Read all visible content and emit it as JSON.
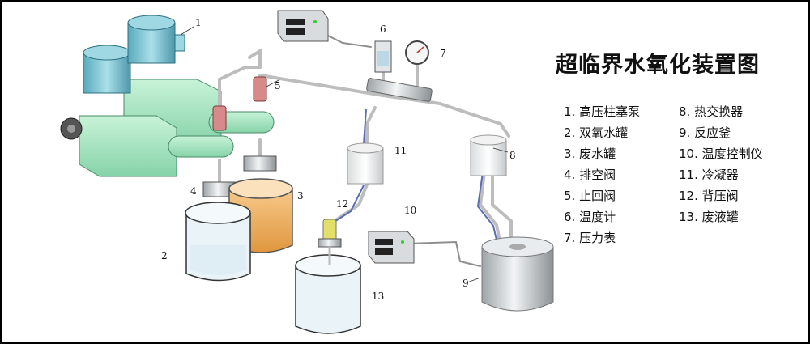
{
  "title": "超临界水氧化装置图",
  "legend_left": [
    "1. 高压柱塞泵",
    "2. 双氧水罐",
    "3. 废水罐",
    "4. 排空阀",
    "5. 止回阀",
    "6. 温度计",
    "7. 压力表"
  ],
  "legend_right": [
    "8. 热交换器",
    "9. 反应釜",
    "10. 温度控制仪",
    "11. 冷凝器",
    "12. 背压阀",
    "13. 废液罐"
  ],
  "callouts": [
    "1",
    "2",
    "3",
    "4",
    "5",
    "6",
    "7",
    "8",
    "9",
    "10",
    "11",
    "12",
    "13"
  ],
  "colors": {
    "pump_body": "#a8e6c4",
    "motor": "#7fc4d4",
    "pipe": "#c7c7c7",
    "liquid_waste": "#f0b56a",
    "tank_glass": "#e8f2f6",
    "panel_display": "#222222"
  }
}
